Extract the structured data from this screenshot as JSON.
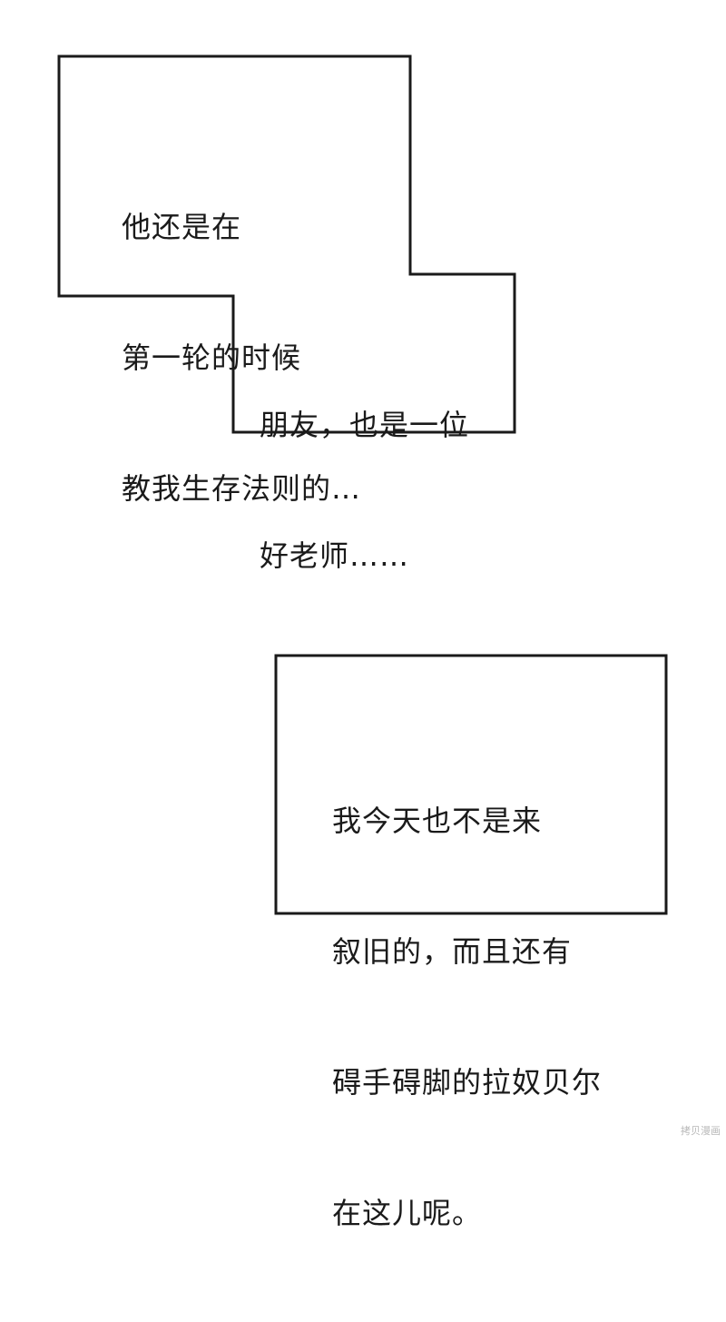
{
  "caption_box_1": {
    "lines": [
      "他还是在",
      "第一轮的时候",
      "教我生存法则的…"
    ]
  },
  "caption_box_1b": {
    "lines": [
      "朋友，也是一位",
      "好老师……"
    ]
  },
  "caption_box_2": {
    "lines": [
      "我今天也不是来",
      "叙旧的，而且还有",
      "碍手碍脚的拉奴贝尔",
      "在这儿呢。"
    ]
  },
  "watermark": "拷贝漫画",
  "colors": {
    "background": "#ffffff",
    "border": "#1a1a1a",
    "text": "#1a1a1a"
  }
}
